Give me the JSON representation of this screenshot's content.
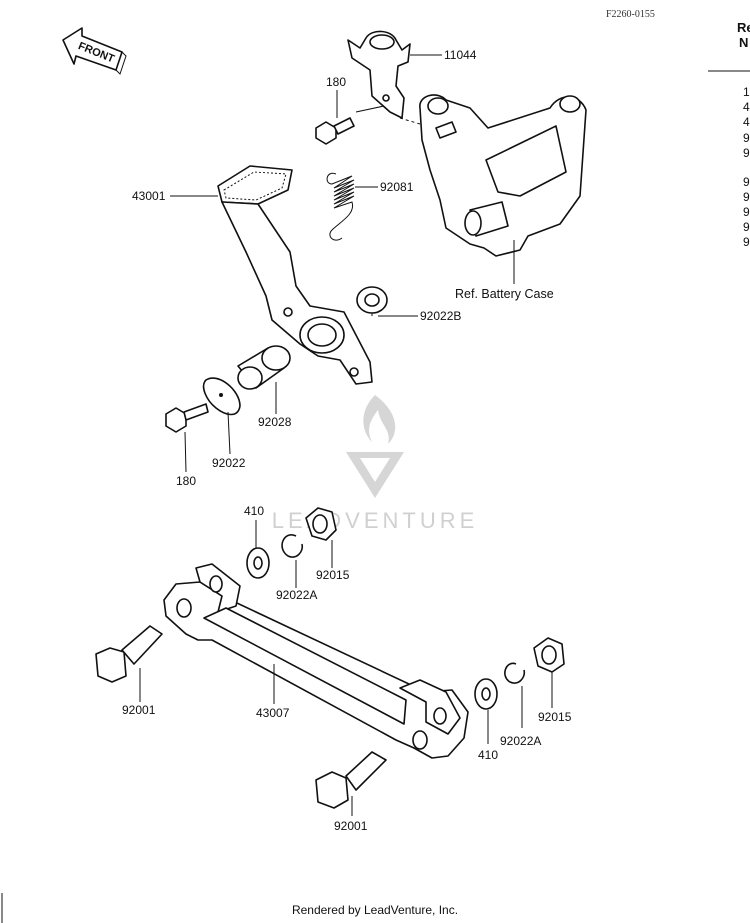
{
  "figure_code": "F2260-0155",
  "front_arrow": "FRONT",
  "reference_note": "Ref. Battery Case",
  "watermark": "LEADVENTURE",
  "footer": "Rendered by LeadVenture, Inc.",
  "side_panel": {
    "head_line1": "Re",
    "head_line2": "N",
    "rows": [
      "1",
      "4",
      "4",
      "9",
      "9",
      "9",
      "9",
      "9",
      "9",
      "9"
    ]
  },
  "parts": {
    "p11044": "11044",
    "p180_top": "180",
    "p92081": "92081",
    "p43001": "43001",
    "p92022B": "92022B",
    "p92028": "92028",
    "p92022": "92022",
    "p180_bottom": "180",
    "p410_top": "410",
    "p92015_top": "92015",
    "p92022A_top": "92022A",
    "p92001_left": "92001",
    "p43007": "43007",
    "p410_right": "410",
    "p92022A_right": "92022A",
    "p92015_right": "92015",
    "p92001_bottom": "92001"
  }
}
